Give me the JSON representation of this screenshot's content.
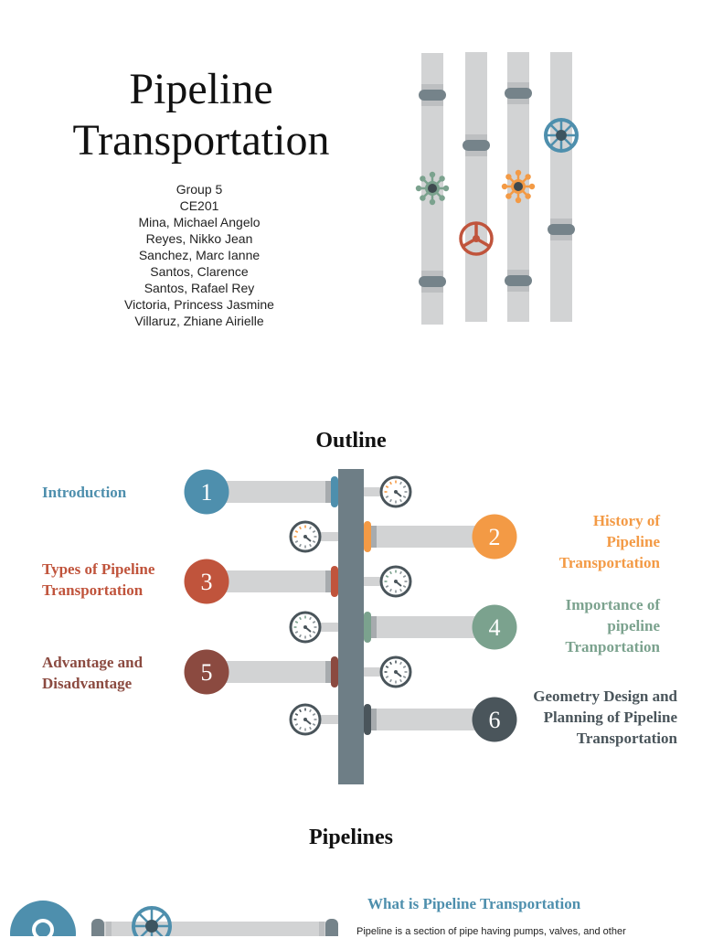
{
  "colors": {
    "blue": "#4e8fad",
    "orange": "#f39a45",
    "red": "#c0543c",
    "green": "#7ba28e",
    "brown": "#8b4a40",
    "dark": "#4a555b",
    "pipe_gray": "#d2d3d4",
    "joint_gray": "#75838a"
  },
  "title_slide": {
    "title_line1": "Pipeline",
    "title_line2": "Transportation",
    "members": [
      "Group 5",
      "CE201",
      "Mina, Michael Angelo",
      "Reyes, Nikko Jean",
      "Sanchez, Marc Ianne",
      "Santos, Clarence",
      "Santos, Rafael Rey",
      "Victoria, Princess Jasmine",
      "Villaruz, Zhiane Airielle"
    ]
  },
  "outline_slide": {
    "title": "Outline",
    "items": [
      {
        "number": "1",
        "lines": [
          "Introduction"
        ]
      },
      {
        "number": "2",
        "lines": [
          "History of",
          "Pipeline",
          "Transportation"
        ]
      },
      {
        "number": "3",
        "lines": [
          "Types of Pipeline",
          "Transportation"
        ]
      },
      {
        "number": "4",
        "lines": [
          "Importance of",
          "pipeline",
          "Tranportation"
        ]
      },
      {
        "number": "5",
        "lines": [
          "Advantage and",
          "Disadvantage"
        ]
      },
      {
        "number": "6",
        "lines": [
          "Geometry Design and",
          "Planning of Pipeline",
          "Transportation"
        ]
      }
    ]
  },
  "pipelines_slide": {
    "title": "Pipelines",
    "subtitle": "What is Pipeline Transportation",
    "text": "Pipeline  is a section of pipe having pumps, valves, and other"
  },
  "icons": [
    "valve-wheel-icon",
    "gear-valve-icon",
    "pressure-gauge-icon",
    "magnifier-icon"
  ]
}
